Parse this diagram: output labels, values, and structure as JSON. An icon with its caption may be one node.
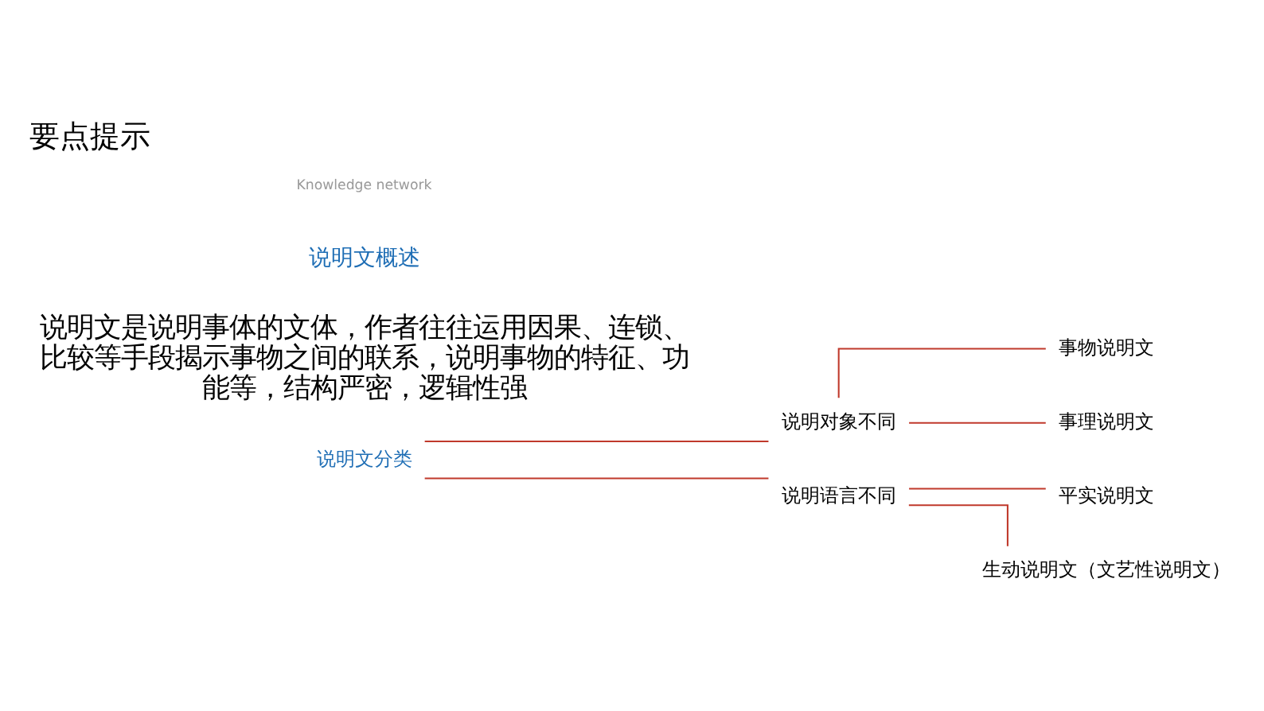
{
  "diagram": {
    "title": "要点提示",
    "nodes": [
      {
        "text": [
          "说明文分类"
        ]
      },
      {
        "text": [
          "说明对象不同"
        ]
      },
      {
        "text": [
          "说明语言不同"
        ]
      },
      {
        "text": [
          "事物说明文"
        ]
      },
      {
        "text": [
          "事理说明文"
        ]
      },
      {
        "text": [
          "平实说明文"
        ]
      },
      {
        "text": [
          "生动说明文（文艺性说明文）"
        ]
      }
    ],
    "edges": [
      {
        "from": 0,
        "to": 1,
        "arrow": "none"
      },
      {
        "from": 0,
        "to": 2,
        "arrow": "none"
      },
      {
        "from": 1,
        "to": 3,
        "arrow": "none"
      },
      {
        "from": 1,
        "to": 4,
        "arrow": "none"
      },
      {
        "from": 2,
        "to": 5,
        "arrow": "none"
      },
      {
        "from": 2,
        "to": 6,
        "arrow": "none"
      }
    ],
    "labels": [
      "Knowledge network",
      "说明文概述",
      "说明文是说明事体的文体，作者往往运用因果、连锁、比较等手段揭示事物之间的联系，说明事物的特征、功能等，结构严密，逻辑性强"
    ]
  }
}
